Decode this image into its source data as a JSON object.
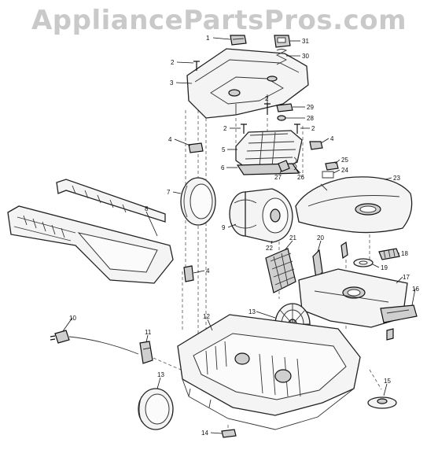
{
  "watermark": "AppliancePartsPros.com",
  "callouts": [
    {
      "id": "1",
      "label": "1"
    },
    {
      "id": "2a",
      "label": "2"
    },
    {
      "id": "3",
      "label": "3"
    },
    {
      "id": "31",
      "label": "31"
    },
    {
      "id": "30",
      "label": "30"
    },
    {
      "id": "2b",
      "label": "2"
    },
    {
      "id": "29",
      "label": "29"
    },
    {
      "id": "28",
      "label": "28"
    },
    {
      "id": "2c",
      "label": "2"
    },
    {
      "id": "2d",
      "label": "2"
    },
    {
      "id": "4a",
      "label": "4"
    },
    {
      "id": "5",
      "label": "5"
    },
    {
      "id": "4b",
      "label": "4"
    },
    {
      "id": "6",
      "label": "6"
    },
    {
      "id": "27",
      "label": "27"
    },
    {
      "id": "26",
      "label": "26"
    },
    {
      "id": "25",
      "label": "25"
    },
    {
      "id": "24",
      "label": "24"
    },
    {
      "id": "23",
      "label": "23"
    },
    {
      "id": "7",
      "label": "7"
    },
    {
      "id": "8",
      "label": "8"
    },
    {
      "id": "9",
      "label": "9"
    },
    {
      "id": "22",
      "label": "22"
    },
    {
      "id": "21",
      "label": "21"
    },
    {
      "id": "20",
      "label": "20"
    },
    {
      "id": "18",
      "label": "18"
    },
    {
      "id": "19",
      "label": "19"
    },
    {
      "id": "4c",
      "label": "4"
    },
    {
      "id": "17",
      "label": "17"
    },
    {
      "id": "16",
      "label": "16"
    },
    {
      "id": "13a",
      "label": "13"
    },
    {
      "id": "10",
      "label": "10"
    },
    {
      "id": "12",
      "label": "12"
    },
    {
      "id": "11",
      "label": "11"
    },
    {
      "id": "13b",
      "label": "13"
    },
    {
      "id": "15",
      "label": "15"
    },
    {
      "id": "14",
      "label": "14"
    }
  ]
}
